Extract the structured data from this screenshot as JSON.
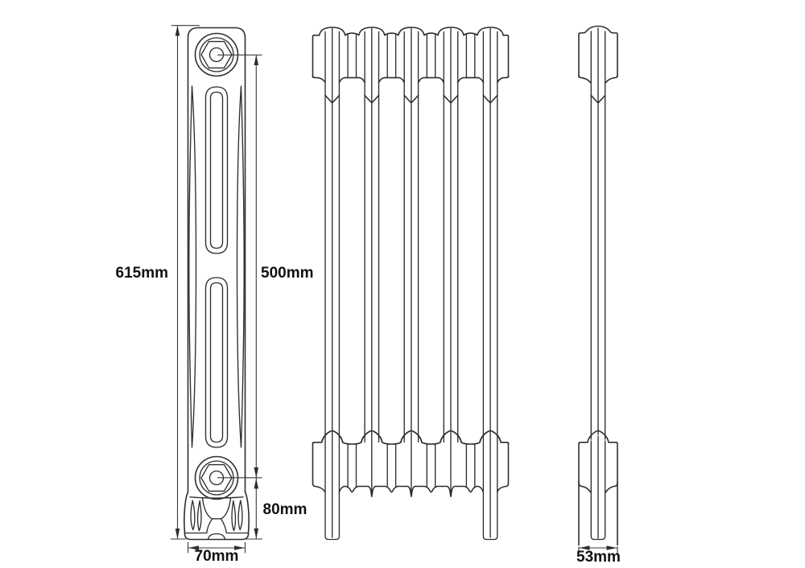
{
  "drawing": {
    "background": "#ffffff",
    "line_color": "#2e2e2e",
    "text_color": "#111111",
    "front_view_sections": 5
  },
  "dimensions": {
    "overall_height": "615mm",
    "tapping_centres": "500mm",
    "floor_to_bottom_tapping": "80mm",
    "section_width": "70mm",
    "section_depth": "53mm"
  }
}
